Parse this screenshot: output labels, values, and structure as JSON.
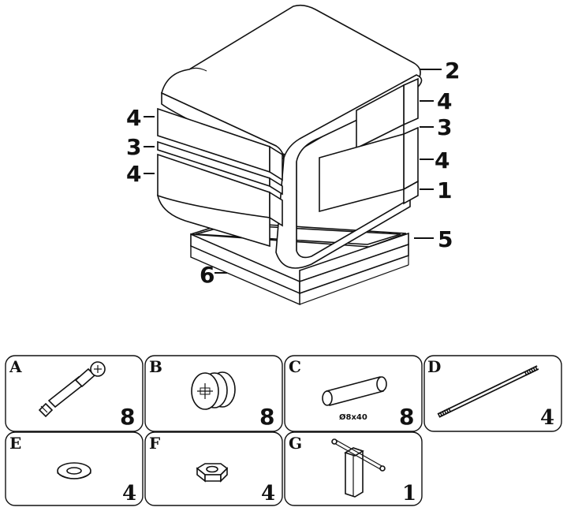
{
  "callouts": {
    "c2": "2",
    "c4a_right": "4",
    "c3_right": "3",
    "c4b_right": "4",
    "c1": "1",
    "c5": "5",
    "c4a_left": "4",
    "c3_left": "3",
    "c4b_left": "4",
    "c6": "6"
  },
  "parts": [
    {
      "letter": "A",
      "qty": "8",
      "icon": "cam-bolt-icon"
    },
    {
      "letter": "B",
      "qty": "8",
      "icon": "cam-lock-icon"
    },
    {
      "letter": "C",
      "qty": "8",
      "icon": "wooden-dowel-icon",
      "spec": "Ø8x40"
    },
    {
      "letter": "D",
      "qty": "4",
      "icon": "threaded-rod-icon"
    },
    {
      "letter": "E",
      "qty": "4",
      "icon": "washer-icon"
    },
    {
      "letter": "F",
      "qty": "4",
      "icon": "hex-nut-icon"
    },
    {
      "letter": "G",
      "qty": "1",
      "icon": "hex-key-wrench-icon"
    }
  ]
}
